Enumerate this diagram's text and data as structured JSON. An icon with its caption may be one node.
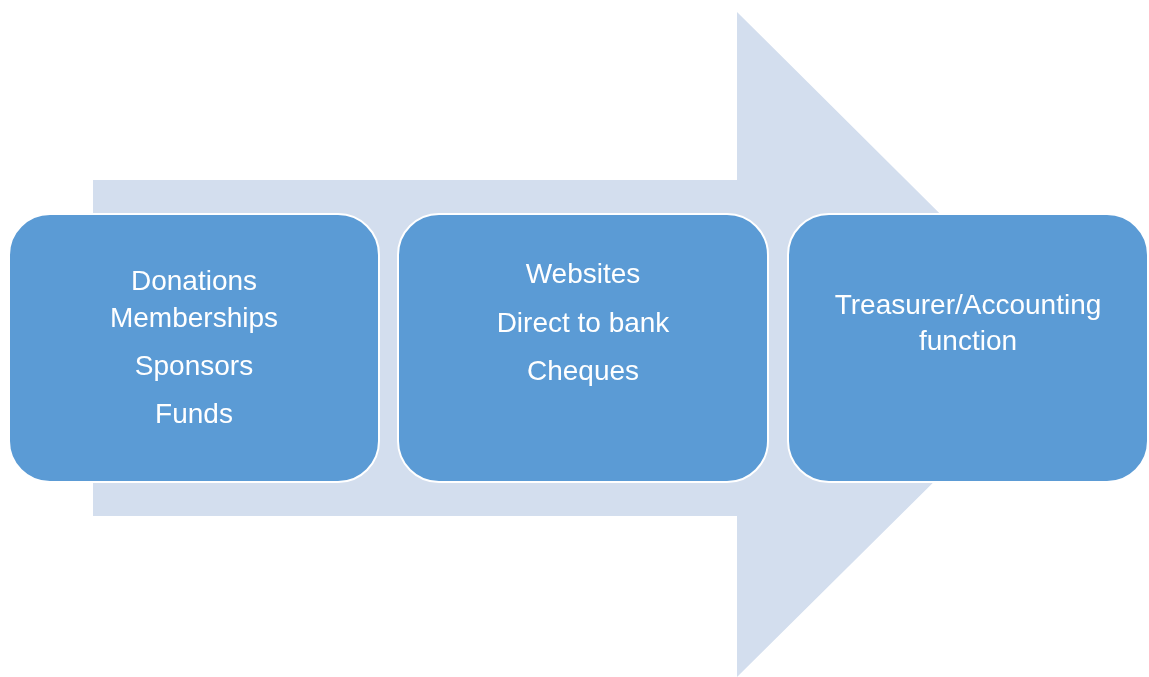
{
  "diagram": {
    "nodes": [
      {
        "text": [
          "Donations Memberships",
          "Sponsors",
          "Funds"
        ]
      },
      {
        "text": [
          "Websites",
          "Direct to bank",
          "Cheques"
        ]
      },
      {
        "text": [
          "Treasurer/Accounting function"
        ]
      }
    ],
    "edges": [
      {
        "from": 0,
        "to": 2,
        "arrow": "to"
      }
    ]
  }
}
